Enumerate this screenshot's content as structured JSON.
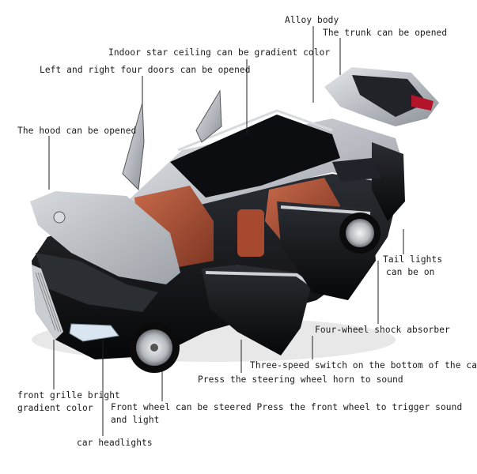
{
  "callouts": {
    "alloy_body": "Alloy body",
    "trunk": "The trunk can be opened",
    "star_ceiling": "Indoor star ceiling can be gradient color",
    "four_doors": "Left and right four doors can be opened",
    "hood": "The hood can be opened",
    "tail_lights_1": "Tail lights",
    "tail_lights_2": "can be on",
    "shock_absorber": "Four-wheel shock absorber",
    "three_speed": "Three-speed switch on the bottom of the car",
    "horn": "Press the steering wheel horn to sound",
    "grille_1": "front grille bright",
    "grille_2": "gradient color",
    "front_wheel_1": "Front wheel can be steered Press the front wheel to trigger sound",
    "front_wheel_2": "and light",
    "headlights": "car headlights"
  },
  "colors": {
    "background": "#ffffff",
    "body_silver": "#bfc3c8",
    "body_black": "#121418",
    "interior_leather": "#b5583c",
    "leader_line": "#222222"
  }
}
